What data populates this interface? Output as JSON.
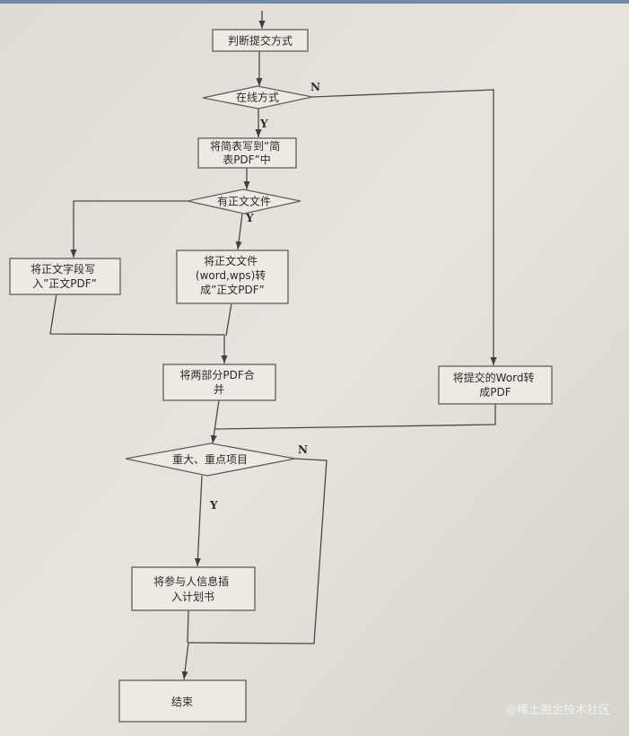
{
  "nodes": {
    "judge_method": {
      "lines": [
        "判断提交方式"
      ]
    },
    "online_method": {
      "lines": [
        "在线方式"
      ]
    },
    "write_summary": {
      "lines": [
        "将简表写到”简",
        "表PDF”中"
      ]
    },
    "has_body_file": {
      "lines": [
        "有正文文件"
      ]
    },
    "write_body_fields": {
      "lines": [
        "将正文字段写",
        "入”正文PDF”"
      ]
    },
    "convert_body_file": {
      "lines": [
        "将正文文件",
        "(word,wps)转",
        "成”正文PDF”"
      ]
    },
    "merge_pdf": {
      "lines": [
        "将两部分PDF合",
        "并"
      ]
    },
    "convert_word": {
      "lines": [
        "将提交的Word转",
        "成PDF"
      ]
    },
    "major_project": {
      "lines": [
        "重大、重点项目"
      ]
    },
    "insert_participants": {
      "lines": [
        "将参与人信息插",
        "入计划书"
      ]
    },
    "end": {
      "lines": [
        "结束"
      ]
    }
  },
  "edge_labels": {
    "online_no": "N",
    "online_yes": "Y",
    "body_yes": "Y",
    "major_no": "N",
    "major_yes": "Y"
  },
  "watermark": "@稀土掘金技术社区"
}
